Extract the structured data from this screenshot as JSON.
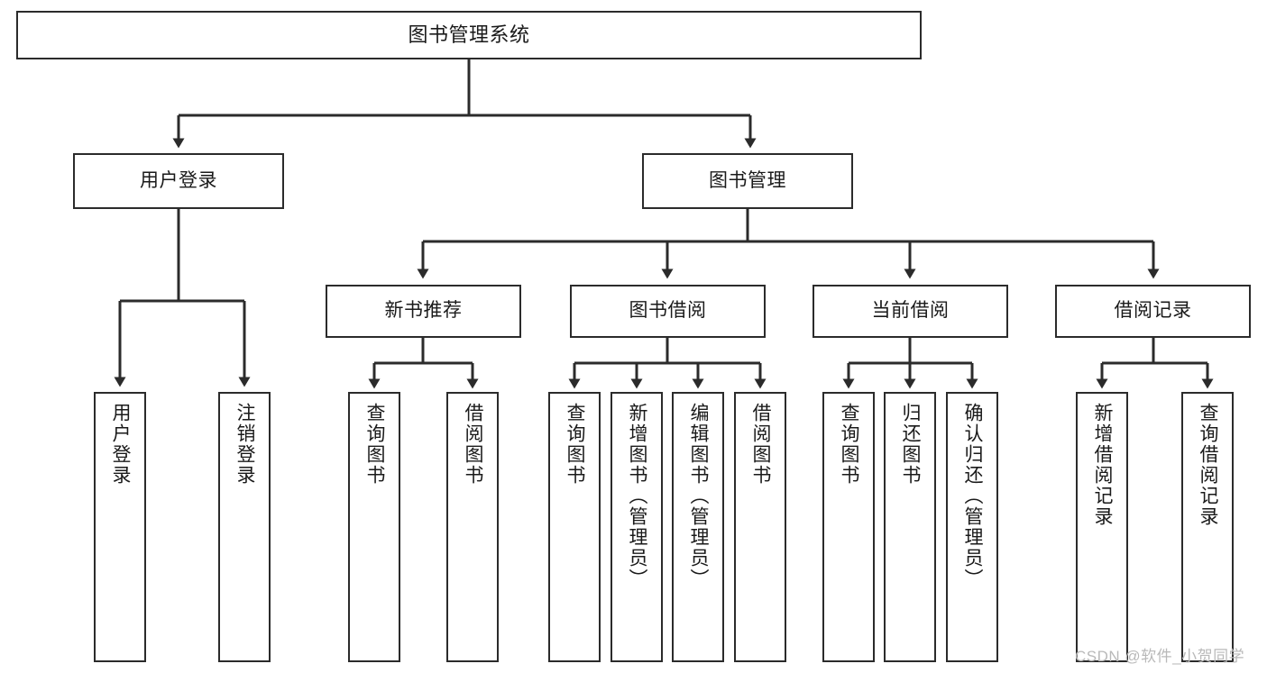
{
  "diagram": {
    "title_node": "图书管理系统",
    "watermark": "CSDN @软件_小贺同学",
    "colors": {
      "box_border": "#2b2b2b",
      "box_fill": "#ffffff",
      "line": "#2b2b2b",
      "text": "#1a1a1a",
      "watermark": "#b9b9b9",
      "background": "#ffffff"
    },
    "levels": {
      "level1": [
        "图书管理系统"
      ],
      "level2": [
        "用户登录",
        "图书管理"
      ],
      "level3": [
        "新书推荐",
        "图书借阅",
        "当前借阅",
        "借阅记录"
      ],
      "level4": [
        "用户登录",
        "注销登录",
        "查询图书",
        "借阅图书",
        "查询图书",
        "新增图书（管理员）",
        "编辑图书（管理员）",
        "借阅图书",
        "查询图书",
        "归还图书",
        "确认归还（管理员）",
        "新增借阅记录",
        "查询借阅记录"
      ]
    },
    "nodes": {
      "root": {
        "label": "图书管理系统"
      },
      "user_login": {
        "label": "用户登录"
      },
      "book_manage": {
        "label": "图书管理"
      },
      "new_book_rec": {
        "label": "新书推荐"
      },
      "book_borrow": {
        "label": "图书借阅"
      },
      "current_borrow": {
        "label": "当前借阅"
      },
      "borrow_record": {
        "label": "借阅记录"
      },
      "leaf_user_login": {
        "label": "用户登录"
      },
      "leaf_logout": {
        "label": "注销登录"
      },
      "leaf_query_book_1": {
        "label": "查询图书"
      },
      "leaf_borrow_book_1": {
        "label": "借阅图书"
      },
      "leaf_query_book_2": {
        "label": "查询图书"
      },
      "leaf_add_book": {
        "label": "新增图书（管理员）"
      },
      "leaf_edit_book": {
        "label": "编辑图书（管理员）"
      },
      "leaf_borrow_book_2": {
        "label": "借阅图书"
      },
      "leaf_query_book_3": {
        "label": "查询图书"
      },
      "leaf_return_book": {
        "label": "归还图书"
      },
      "leaf_confirm_return": {
        "label": "确认归还（管理员）"
      },
      "leaf_add_record": {
        "label": "新增借阅记录"
      },
      "leaf_query_record": {
        "label": "查询借阅记录"
      }
    },
    "edges": [
      {
        "from": "root",
        "to": "user_login"
      },
      {
        "from": "root",
        "to": "book_manage"
      },
      {
        "from": "user_login",
        "to": "leaf_user_login"
      },
      {
        "from": "user_login",
        "to": "leaf_logout"
      },
      {
        "from": "book_manage",
        "to": "new_book_rec"
      },
      {
        "from": "book_manage",
        "to": "book_borrow"
      },
      {
        "from": "book_manage",
        "to": "current_borrow"
      },
      {
        "from": "book_manage",
        "to": "borrow_record"
      },
      {
        "from": "new_book_rec",
        "to": "leaf_query_book_1"
      },
      {
        "from": "new_book_rec",
        "to": "leaf_borrow_book_1"
      },
      {
        "from": "book_borrow",
        "to": "leaf_query_book_2"
      },
      {
        "from": "book_borrow",
        "to": "leaf_add_book"
      },
      {
        "from": "book_borrow",
        "to": "leaf_edit_book"
      },
      {
        "from": "book_borrow",
        "to": "leaf_borrow_book_2"
      },
      {
        "from": "current_borrow",
        "to": "leaf_query_book_3"
      },
      {
        "from": "current_borrow",
        "to": "leaf_return_book"
      },
      {
        "from": "current_borrow",
        "to": "leaf_confirm_return"
      },
      {
        "from": "borrow_record",
        "to": "leaf_add_record"
      },
      {
        "from": "borrow_record",
        "to": "leaf_query_record"
      }
    ]
  }
}
